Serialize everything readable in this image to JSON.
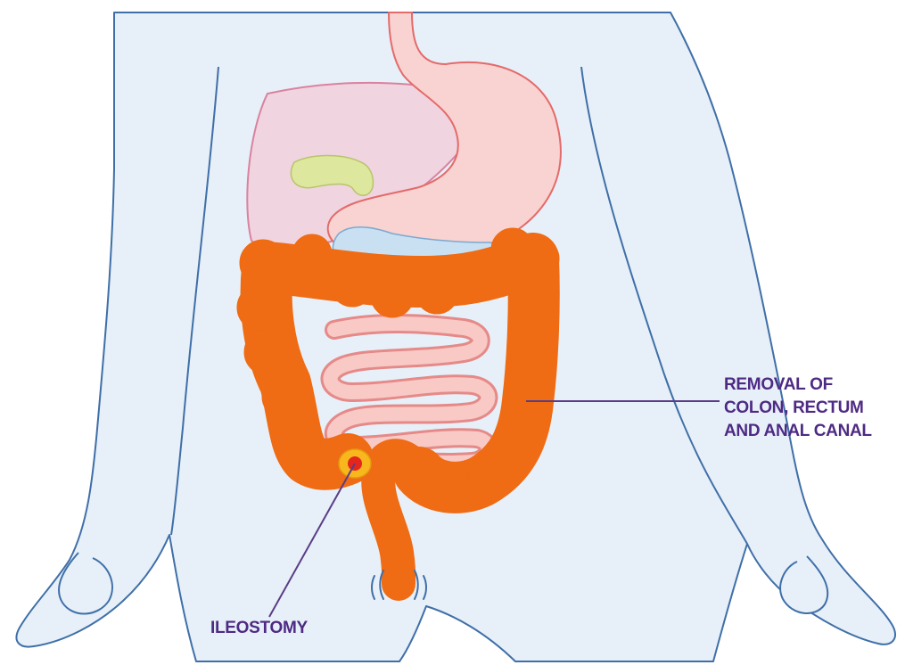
{
  "labels": {
    "removal_lines": [
      "REMOVAL OF",
      "COLON, RECTUM",
      "AND ANAL CANAL"
    ],
    "ileostomy": "ILEOSTOMY"
  },
  "colors": {
    "body_fill": "#e7f0f8",
    "body_outline": "#3f6fa8",
    "colon": "#ef6b14",
    "small_intestine": "#f8c9c5",
    "small_intestine_outline": "#e58a88",
    "stomach": "#f8d3d1",
    "stomach_outline": "#e46a6a",
    "liver": "#f0d4e0",
    "liver_outline": "#d9839f",
    "gallbladder": "#dde89e",
    "pancreas": "#c9e0f2",
    "stoma_outer": "#f7b71d",
    "stoma_inner": "#e4261d",
    "label_text": "#4e2a84",
    "leader_line": "#5a3d86"
  }
}
